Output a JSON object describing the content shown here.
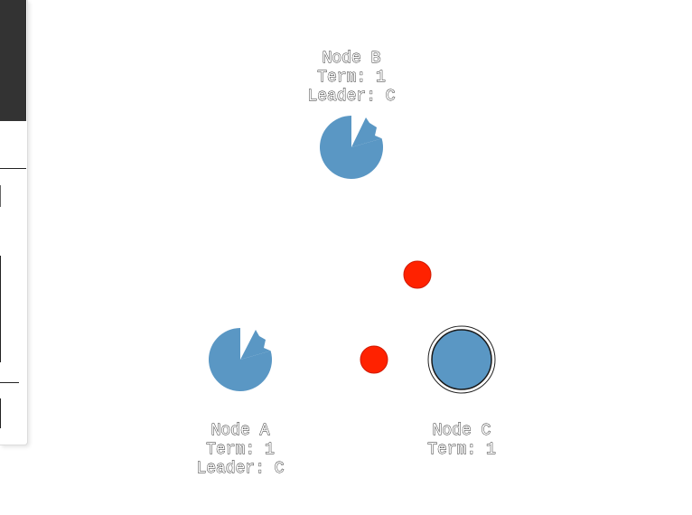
{
  "colors": {
    "node_fill": "#5a97c4",
    "message_fill": "#ff2200",
    "leader_ring": "#222222"
  },
  "nodes": [
    {
      "name": "Node A",
      "term_text": "Term: 1",
      "leader_text": "Leader: C",
      "role": "follower",
      "timeout_remaining": 0.9
    },
    {
      "name": "Node B",
      "term_text": "Term: 1",
      "leader_text": "Leader: C",
      "role": "follower",
      "timeout_remaining": 0.9
    },
    {
      "name": "Node C",
      "term_text": "Term: 1",
      "role": "leader"
    }
  ],
  "messages": [
    {
      "icon": "message-dot"
    },
    {
      "icon": "message-dot"
    }
  ]
}
